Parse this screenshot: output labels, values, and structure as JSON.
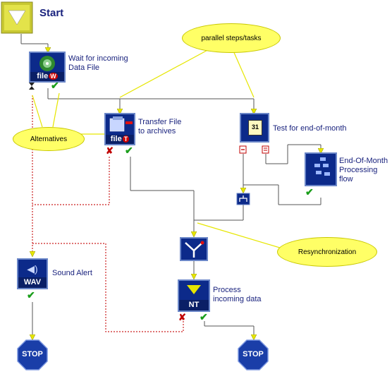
{
  "start": {
    "label": "Start"
  },
  "steps": {
    "wait": {
      "line1": "Wait for incoming",
      "line2": "Data File",
      "caption": "file",
      "badge": "W"
    },
    "transfer": {
      "line1": "Transfer File",
      "line2": "to archives",
      "caption": "file",
      "badge": "T"
    },
    "test": {
      "label": "Test for end-of-month",
      "calendar_day": "31"
    },
    "eom": {
      "line1": "End-Of-Month",
      "line2": "Processing",
      "line3": "flow"
    },
    "sound": {
      "label": "Sound Alert",
      "caption": "WAV"
    },
    "process": {
      "line1": "Process",
      "line2": "incoming data",
      "caption": "NT"
    }
  },
  "callouts": {
    "parallel": "parallel steps/tasks",
    "alternatives": "Alternatives",
    "resync": "Resynchronization"
  },
  "stops": {
    "left": "STOP",
    "right": "STOP"
  },
  "colors": {
    "icon_bg": "#0c2a8a",
    "bubble": "#ffff66",
    "success": "#1b9e1b",
    "failure": "#c00000",
    "start_fill": "#c8c832",
    "arrow": "#e6e600"
  }
}
